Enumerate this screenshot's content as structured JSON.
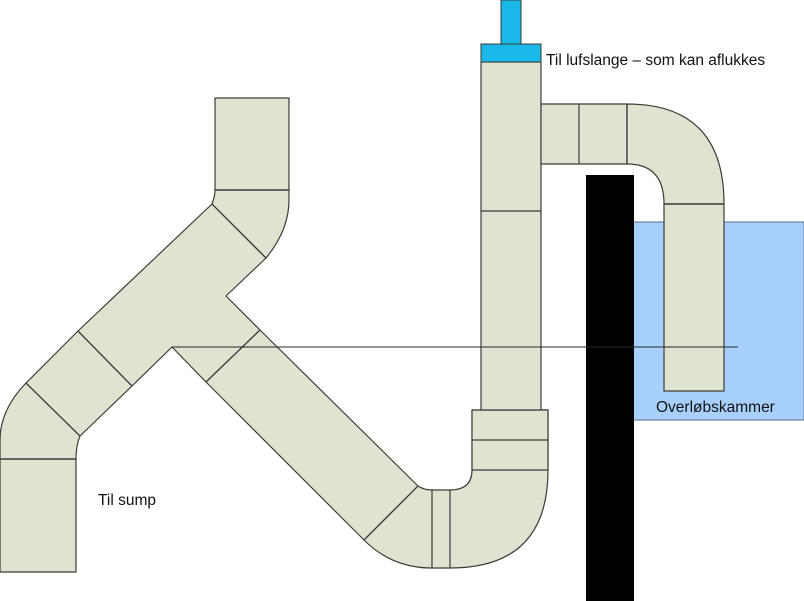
{
  "labels": {
    "air_hose": "Til lufslange – som kan aflukkes",
    "overflow_chamber": "Overløbskammer",
    "to_sump": "Til sump"
  },
  "colors": {
    "pipe_fill": "#dfe3d2",
    "pipe_stroke": "#3b3d38",
    "cap": "#19b8e8",
    "chamber": "#a8d0ff",
    "wall": "#000000",
    "water_line": "#2a2a2a"
  }
}
